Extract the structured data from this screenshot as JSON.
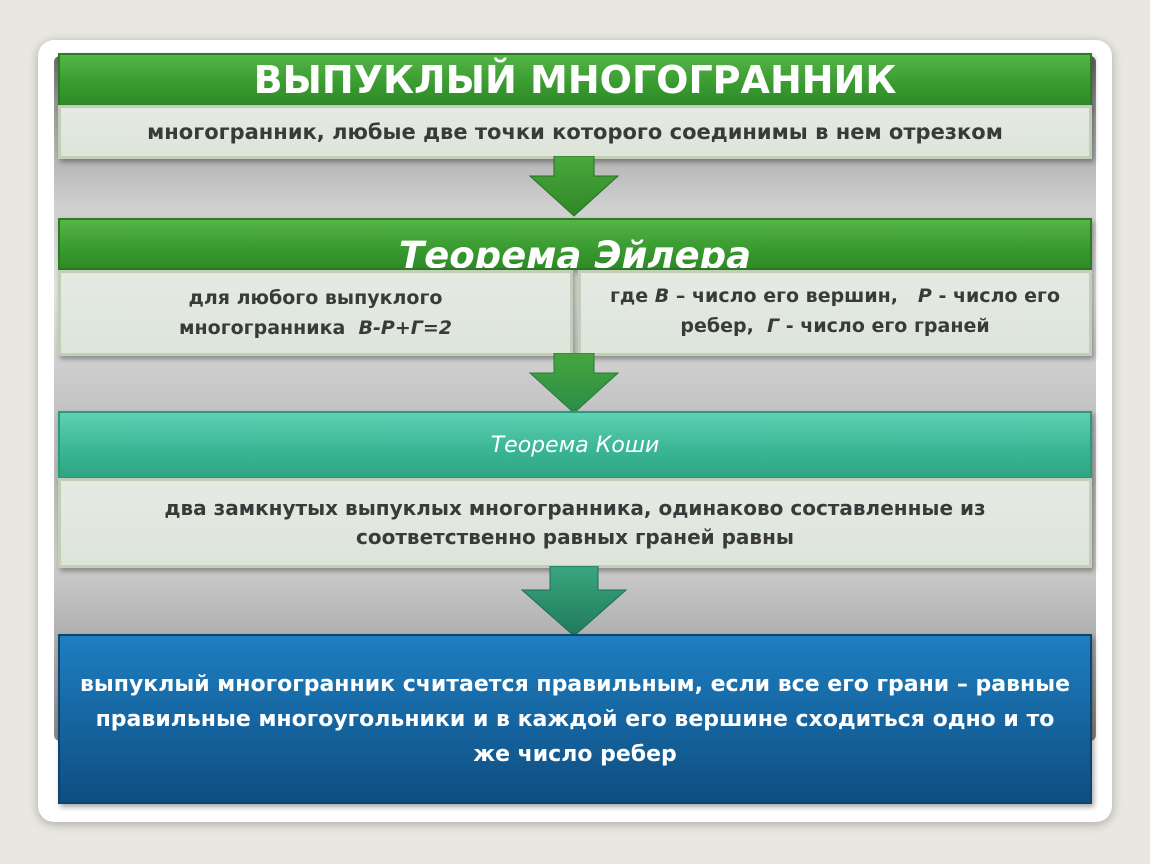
{
  "title": "ВЫПУКЛЫЙ МНОГОГРАННИК",
  "definition": "многогранник, любые две точки которого соединимы в нем отрезком",
  "euler": {
    "title": "Теорема Эйлера",
    "left_text": "для любого выпуклого многогранника",
    "formula": "В-Р+Г=2",
    "right_where": "где",
    "right_v": "В",
    "right_v_desc": "– число его вершин,",
    "right_p": "Р",
    "right_p_desc": "- число его ребер,",
    "right_g": "Г",
    "right_g_desc": "- число его граней"
  },
  "cauchy": {
    "title": "Теорема Коши",
    "text": "два замкнутых выпуклых многогранника, одинаково составленные из соответственно равных граней равны"
  },
  "conclusion": "выпуклый многогранник считается правильным, если все его грани – равные правильные многоугольники и в каждой его вершине сходиться одно и то же число ребер",
  "colors": {
    "green": "#3a9c31",
    "teal": "#3bb796",
    "blue": "#15639e",
    "pale": "#dde4da"
  }
}
